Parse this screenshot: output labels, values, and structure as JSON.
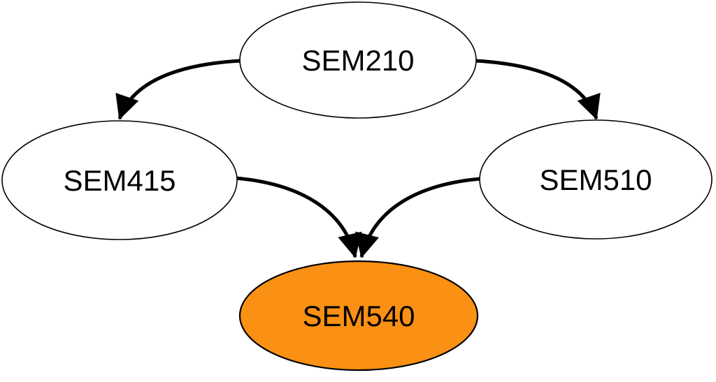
{
  "diagram": {
    "type": "directed-graph",
    "background": "#ffffff",
    "edge_color": "#000000",
    "text_color": "#000000",
    "nodes": {
      "sem210": {
        "label": "SEM210",
        "fill": "#ffffff",
        "stroke": "#000000"
      },
      "sem415": {
        "label": "SEM415",
        "fill": "#ffffff",
        "stroke": "#000000"
      },
      "sem510": {
        "label": "SEM510",
        "fill": "#ffffff",
        "stroke": "#000000"
      },
      "sem540": {
        "label": "SEM540",
        "fill": "#fa9014",
        "stroke": "#000000"
      }
    },
    "edges": [
      {
        "from": "SEM210",
        "to": "SEM415"
      },
      {
        "from": "SEM210",
        "to": "SEM510"
      },
      {
        "from": "SEM415",
        "to": "SEM540"
      },
      {
        "from": "SEM510",
        "to": "SEM540"
      }
    ]
  }
}
